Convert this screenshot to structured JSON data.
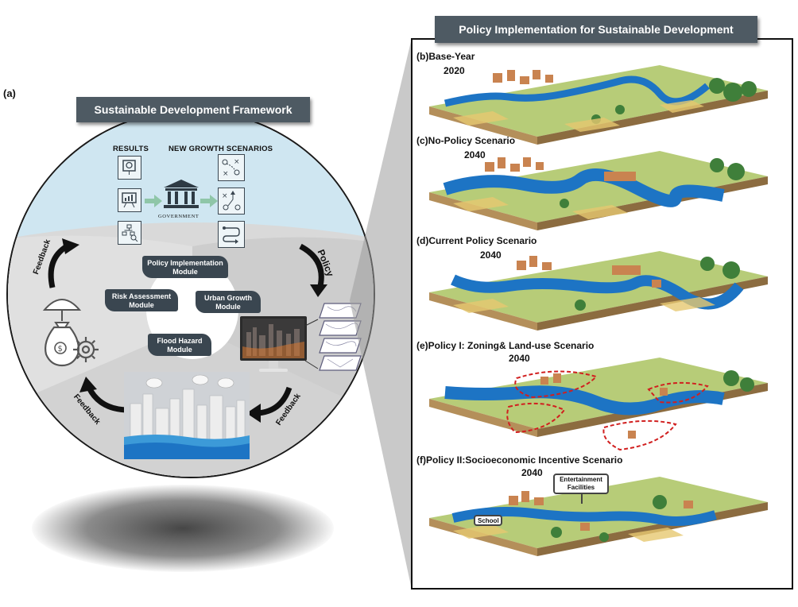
{
  "panel_label": "(a)",
  "framework_title": "Sustainable Development Framework",
  "results_label": "RESULTS",
  "growth_label": "NEW GROWTH SCENARIOS",
  "government_label": "GOVERNMENT",
  "modules": {
    "policy": "Policy Implementation Module",
    "risk": "Risk Assessment Module",
    "urban": "Urban Growth Module",
    "flood": "Flood Hazard Module"
  },
  "arrows": {
    "policy": "Policy",
    "feedback_top": "Feedback",
    "feedback_bottom": "Feedback",
    "feedback_right": "Feedback"
  },
  "icons": {
    "results": [
      "presentation-board-icon",
      "chart-board-icon",
      "hierarchy-search-icon"
    ],
    "scenarios": [
      "strategy-play-icon",
      "route-play-icon",
      "curved-route-icon"
    ],
    "government": "government-building-icon",
    "finance": "money-bag-umbrella-icon",
    "gear": "gear-icon"
  },
  "colors": {
    "banner": "#4e5a63",
    "module": "#3a4650",
    "sky": "#cfe6f1",
    "water": "#1d74c4",
    "land": "#a9c46a",
    "zone_outline": "#d11f1f"
  },
  "policy_title": "Policy Implementation for Sustainable Development",
  "scenarios": [
    {
      "title": "(b)Base-Year",
      "year": "2020"
    },
    {
      "title": "(c)No-Policy Scenario",
      "year": "2040"
    },
    {
      "title": "(d)Current Policy Scenario",
      "year": "2040"
    },
    {
      "title": "(e)Policy I: Zoning& Land-use Scenario",
      "year": "2040"
    },
    {
      "title": "(f)Policy II:Socioeconomic Incentive Scenario",
      "year": "2040"
    }
  ],
  "callouts": {
    "entertainment": "Entertainment Facilities",
    "school": "School"
  }
}
